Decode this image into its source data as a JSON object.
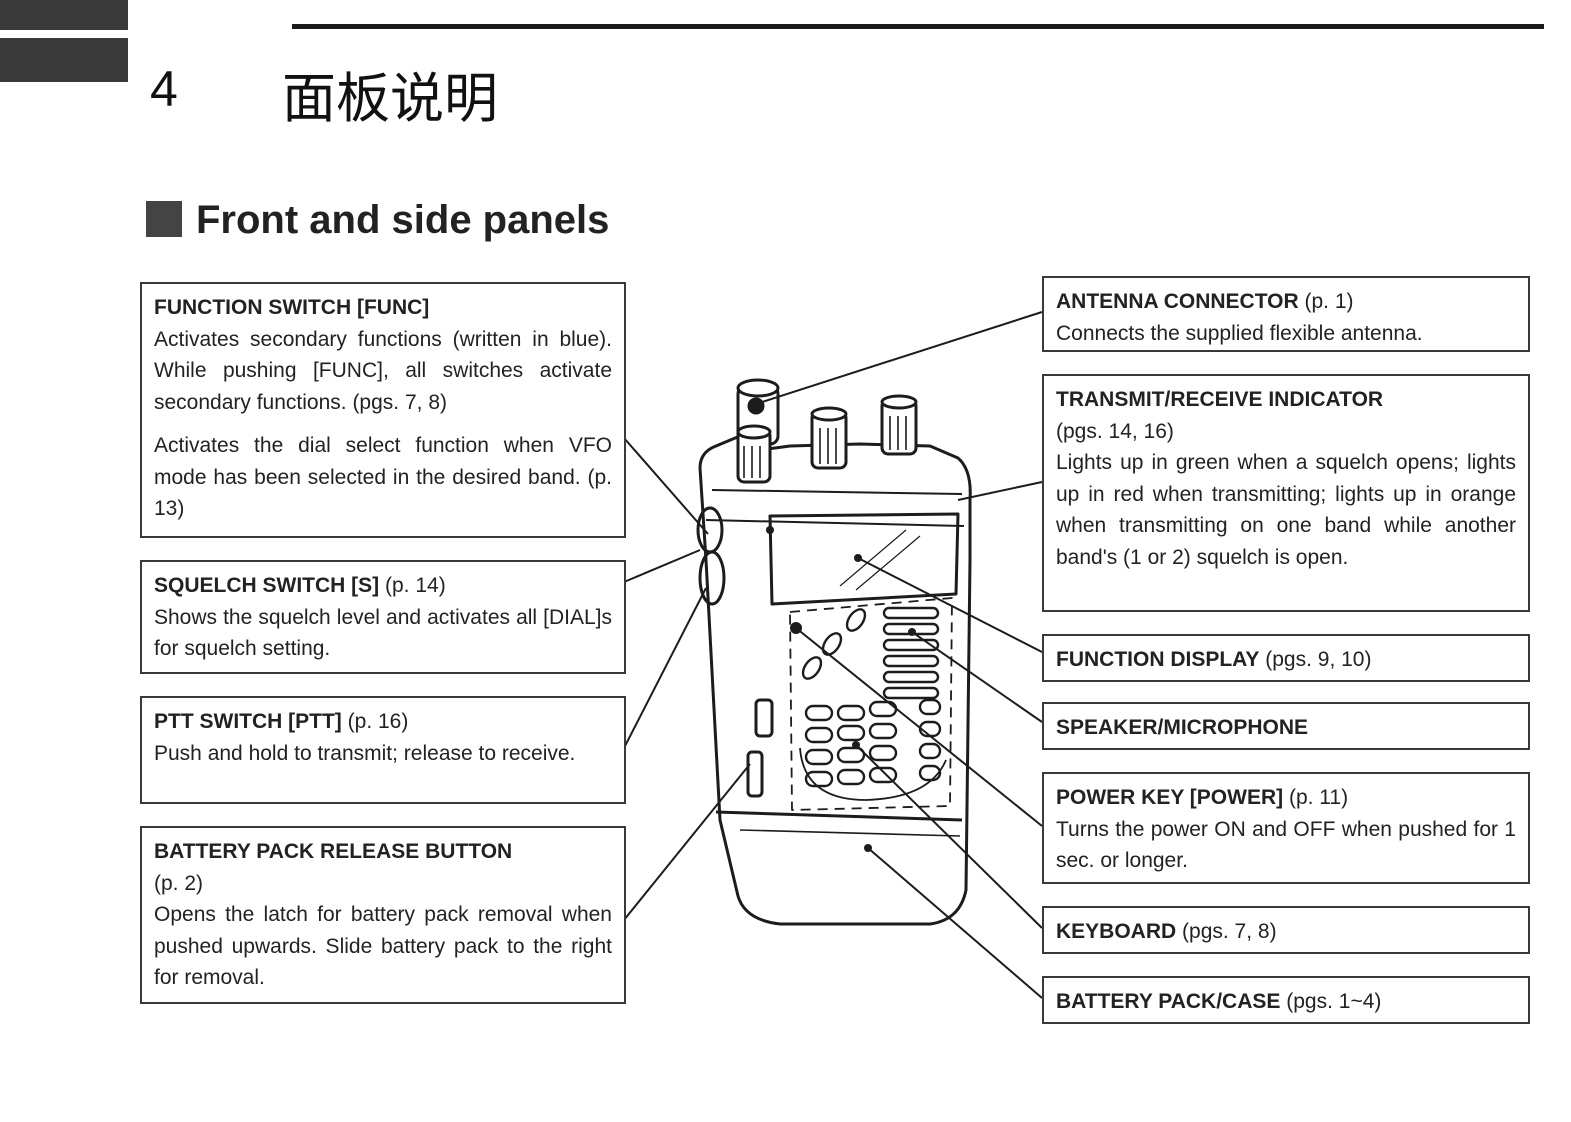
{
  "chapter": {
    "number": "4",
    "title": "面板说明"
  },
  "section_title": "Front and side panels",
  "left_boxes": [
    {
      "heading": "FUNCTION SWITCH [FUNC]",
      "ref": "",
      "body": "Activates secondary functions (written in blue). While pushing [FUNC], all switches activate secondary functions. (pgs. 7, 8)",
      "body2": "Activates the dial select function when VFO mode has been selected in the desired band. (p. 13)"
    },
    {
      "heading": "SQUELCH SWITCH [S]",
      "ref": " (p. 14)",
      "body": "Shows the squelch level and activates all [DIAL]s for squelch setting."
    },
    {
      "heading": "PTT SWITCH [PTT]",
      "ref": " (p. 16)",
      "body": "Push and hold to transmit; release to receive."
    },
    {
      "heading": "BATTERY PACK RELEASE BUTTON",
      "ref": "(p. 2)",
      "body": "Opens the latch for battery pack removal when pushed upwards. Slide battery pack to the right for removal."
    }
  ],
  "right_boxes": [
    {
      "heading": "ANTENNA CONNECTOR",
      "ref": " (p. 1)",
      "body": "Connects the supplied flexible antenna."
    },
    {
      "heading": "TRANSMIT/RECEIVE INDICATOR",
      "ref": "(pgs. 14, 16)",
      "body": "Lights up in green when a squelch opens; lights up in red when transmitting; lights up in orange when transmitting on one band while another band's (1 or 2) squelch is open."
    },
    {
      "heading": "FUNCTION DISPLAY",
      "ref": " (pgs. 9, 10)"
    },
    {
      "heading": "SPEAKER/MICROPHONE",
      "ref": ""
    },
    {
      "heading": "POWER KEY [POWER]",
      "ref": " (p. 11)",
      "body": "Turns the power ON and OFF when pushed for 1 sec. or longer."
    },
    {
      "heading": "KEYBOARD",
      "ref": " (pgs. 7, 8)"
    },
    {
      "heading": "BATTERY PACK/CASE",
      "ref": " (pgs. 1~4)"
    }
  ]
}
